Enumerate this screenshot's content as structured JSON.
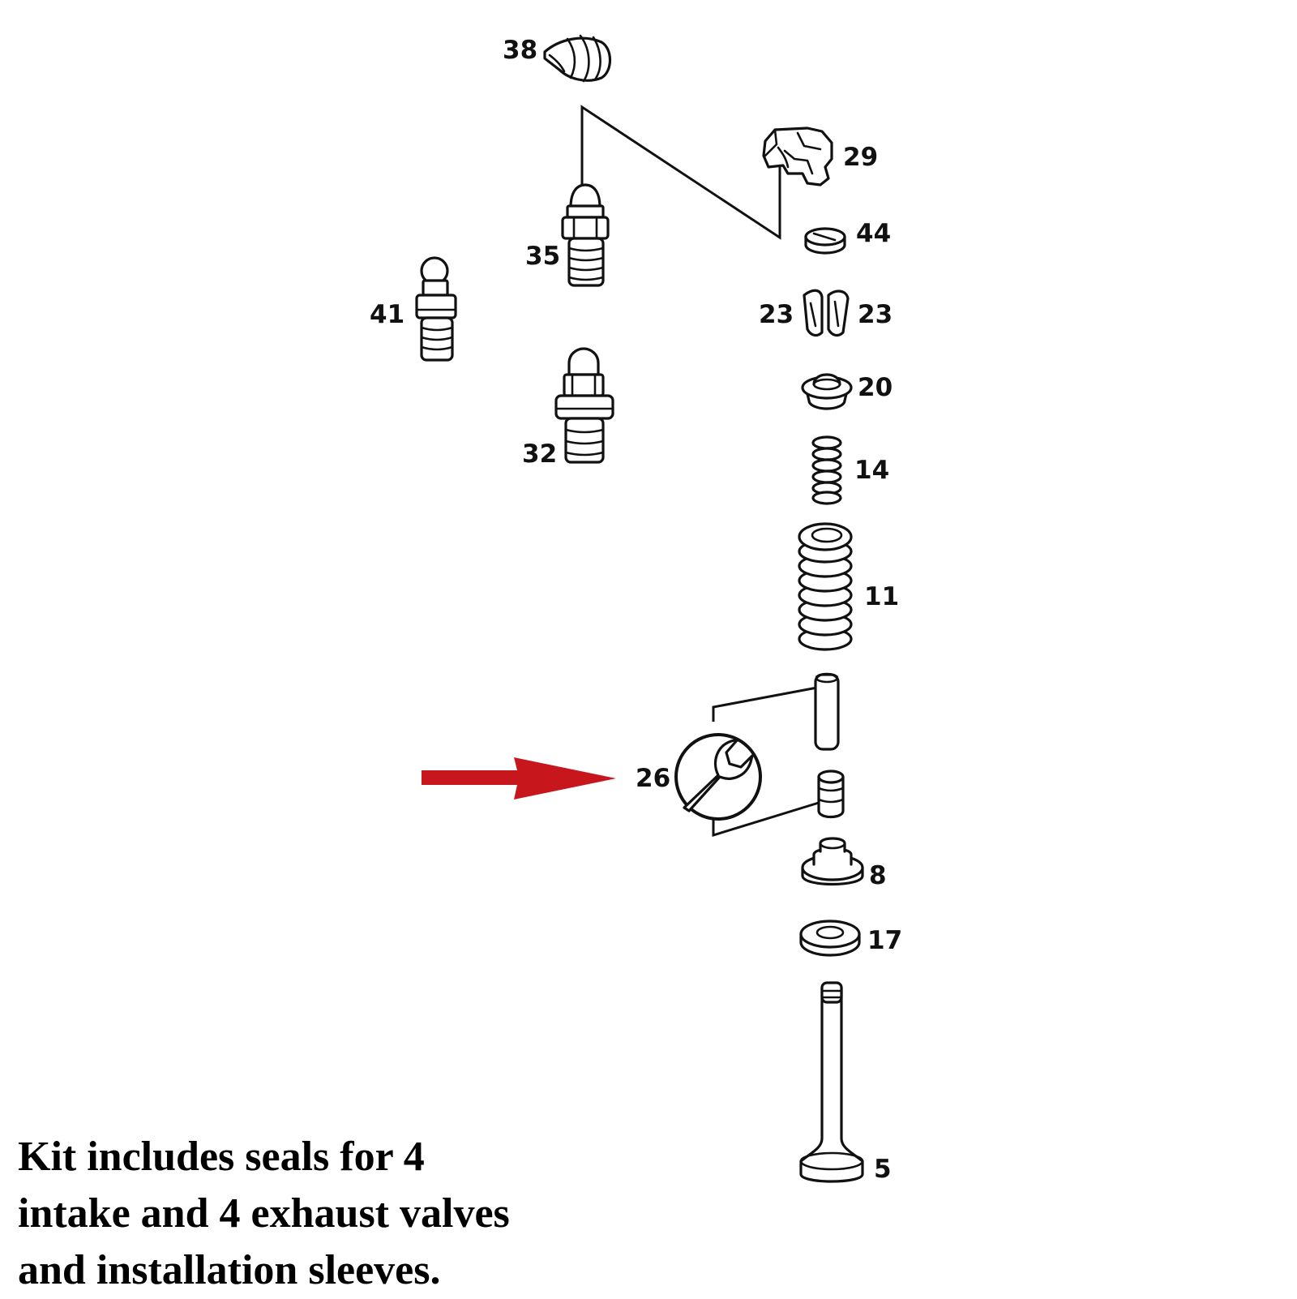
{
  "diagram": {
    "labels": {
      "p38": "38",
      "p29": "29",
      "p44": "44",
      "p35": "35",
      "p41": "41",
      "p23_left": "23",
      "p23_right": "23",
      "p20": "20",
      "p32": "32",
      "p14": "14",
      "p11": "11",
      "p26": "26",
      "p8": "8",
      "p17": "17",
      "p5": "5"
    },
    "icons": {
      "service_symbol": "wrench-icon",
      "pointer": "arrow-right-icon"
    },
    "colors": {
      "arrow": "#c8161d",
      "line_art": "#111111"
    }
  },
  "caption": {
    "line1": "Kit includes seals for 4",
    "line2": "intake and 4 exhaust valves",
    "line3": "and installation sleeves."
  }
}
